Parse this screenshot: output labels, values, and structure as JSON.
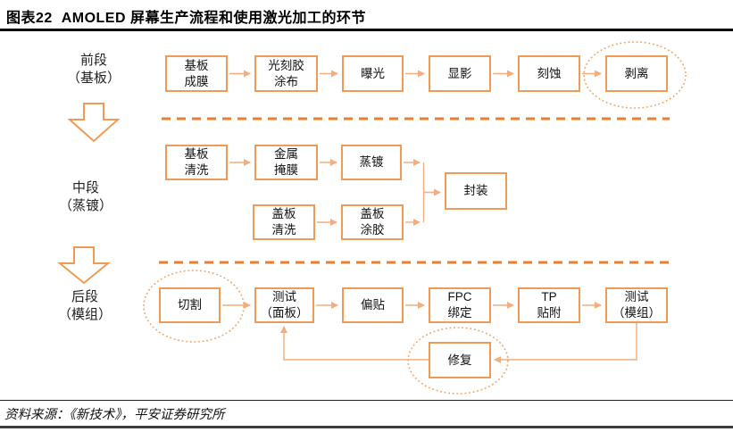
{
  "header": {
    "title": "图表22  AMOLED 屏幕生产流程和使用激光加工的环节"
  },
  "stages": {
    "front": {
      "label": "前段\n（基板）"
    },
    "middle": {
      "label": "中段\n（蒸镀）"
    },
    "back": {
      "label": "后段\n（模组）"
    }
  },
  "flow": {
    "row1": [
      {
        "label": "基板\n成膜",
        "laser_highlighted": false
      },
      {
        "label": "光刻胶\n涂布",
        "laser_highlighted": false
      },
      {
        "label": "曝光",
        "laser_highlighted": false
      },
      {
        "label": "显影",
        "laser_highlighted": false
      },
      {
        "label": "刻蚀",
        "laser_highlighted": false
      },
      {
        "label": "剥离",
        "laser_highlighted": true
      }
    ],
    "row2_top": [
      {
        "label": "基板\n清洗",
        "laser_highlighted": false
      },
      {
        "label": "金属\n掩膜",
        "laser_highlighted": false
      },
      {
        "label": "蒸镀",
        "laser_highlighted": false
      }
    ],
    "row2_bottom": [
      {
        "label": "盖板\n清洗",
        "laser_highlighted": false
      },
      {
        "label": "盖板\n涂胶",
        "laser_highlighted": false
      }
    ],
    "merge": {
      "label": "封装",
      "laser_highlighted": false
    },
    "row3": [
      {
        "label": "切割",
        "laser_highlighted": true
      },
      {
        "label": "测试\n（面板）",
        "laser_highlighted": false
      },
      {
        "label": "偏贴",
        "laser_highlighted": false
      },
      {
        "label": "FPC\n绑定",
        "laser_highlighted": false
      },
      {
        "label": "TP\n贴附",
        "laser_highlighted": false
      },
      {
        "label": "测试\n（模组）",
        "laser_highlighted": false
      }
    ],
    "repair": {
      "label": "修复",
      "laser_highlighted": true
    }
  },
  "footer": {
    "source": "资料来源：《新技术》，平安证券研究所"
  },
  "colors": {
    "box_border": "#F09B55",
    "connector": "#F2AE7E",
    "dashed_divider": "#ED7D31",
    "highlight_ellipse": "#EFA468"
  }
}
